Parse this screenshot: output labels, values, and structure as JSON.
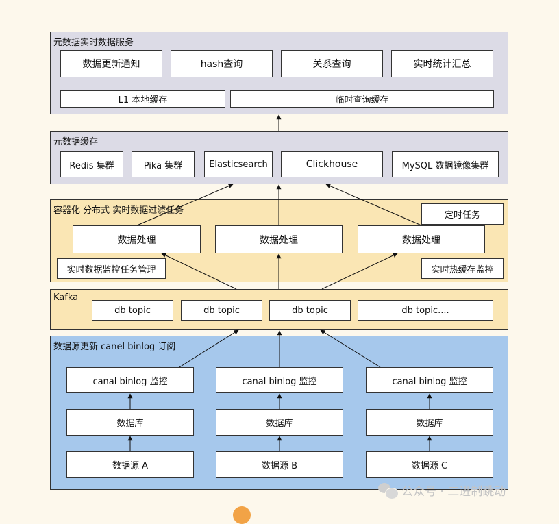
{
  "layers": {
    "service": {
      "title": "元数据实时数据服务",
      "items": [
        "数据更新通知",
        "hash查询",
        "关系查询",
        "实时统计汇总"
      ],
      "cache_local": "L1 本地缓存",
      "cache_query": "临时查询缓存"
    },
    "cache": {
      "title": "元数据缓存",
      "items": [
        "Redis 集群",
        "Pika 集群",
        "Elasticsearch",
        "Clickhouse",
        "MySQL 数据镜像集群"
      ]
    },
    "processing": {
      "title": "容器化 分布式 实时数据过滤任务",
      "timer": "定时任务",
      "workers": [
        "数据处理",
        "数据处理",
        "数据处理"
      ],
      "monitor_left": "实时数据监控任务管理",
      "monitor_right": "实时热缓存监控"
    },
    "kafka": {
      "title": "Kafka",
      "topics": [
        "db topic",
        "db topic",
        "db topic",
        "db topic...."
      ]
    },
    "source": {
      "title": "数据源更新 canel binlog 订阅",
      "columns": [
        {
          "monitor": "canal binlog 监控",
          "db": "数据库",
          "source": "数据源 A"
        },
        {
          "monitor": "canal binlog 监控",
          "db": "数据库",
          "source": "数据源 B"
        },
        {
          "monitor": "canal binlog 监控",
          "db": "数据库",
          "source": "数据源 C"
        }
      ]
    }
  },
  "colors": {
    "service_bg": "#dcdbe6",
    "processing_bg": "#fae6b4",
    "source_bg": "#a6c8ec",
    "page_bg": "#fdf8ec"
  },
  "watermark": "公众号 · 二进制跳动"
}
